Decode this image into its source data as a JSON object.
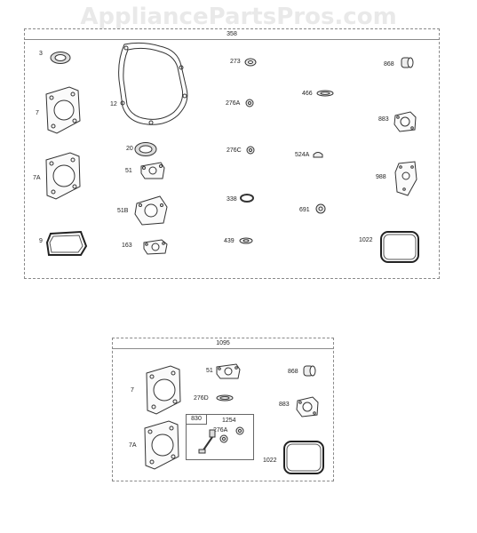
{
  "watermark": "AppliancePartsPros.com",
  "panel_top": {
    "title": "358",
    "labels": {
      "p3": "3",
      "p12": "12",
      "p273": "273",
      "p868": "868",
      "p466": "466",
      "p7": "7",
      "p276A": "276A",
      "p883": "883",
      "p20": "20",
      "p276C": "276C",
      "p524A": "524A",
      "p7A": "7A",
      "p51": "51",
      "p988": "988",
      "p338": "338",
      "p51B": "51B",
      "p691": "691",
      "p9": "9",
      "p163": "163",
      "p439": "439",
      "p1022": "1022"
    }
  },
  "panel_bottom": {
    "title": "1095",
    "labels": {
      "p7": "7",
      "p51": "51",
      "p868": "868",
      "p276D": "276D",
      "p883": "883",
      "p830": "830",
      "p1254": "1254",
      "p276A": "276A",
      "p7A": "7A",
      "p1022": "1022"
    }
  }
}
